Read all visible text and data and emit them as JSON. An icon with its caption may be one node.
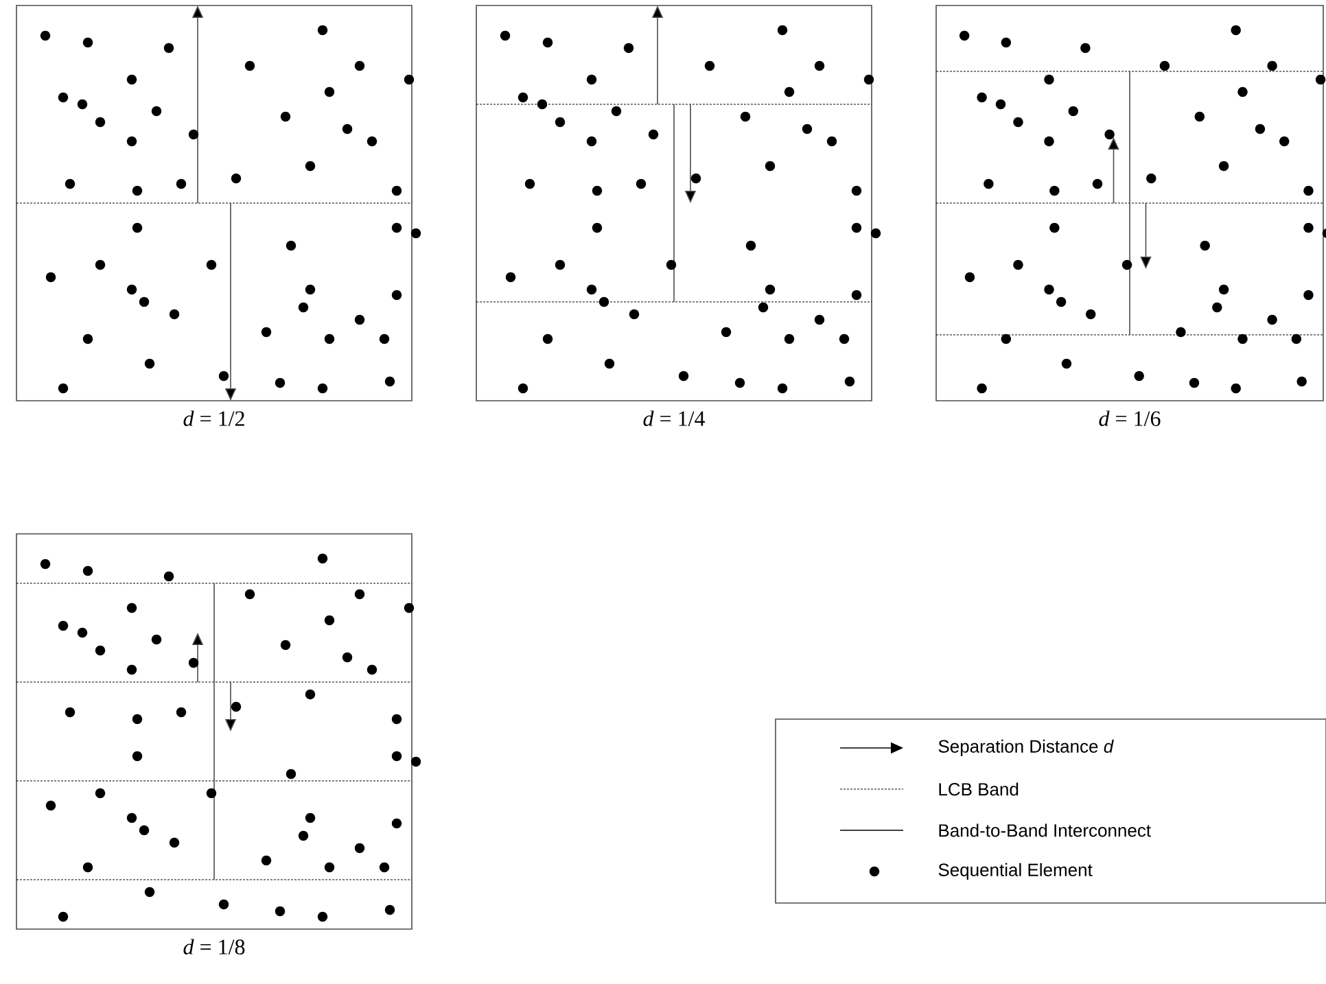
{
  "diagram": {
    "nodes": [
      {
        "text": [],
        "shape": "box",
        "beside": [
          "*d* = 1/2"
        ]
      },
      {
        "text": [],
        "shape": "box",
        "beside": [
          "*d* = 1/4"
        ]
      },
      {
        "text": [],
        "shape": "box",
        "beside": [
          "*d* = 1/6"
        ]
      },
      {
        "text": [],
        "shape": "box",
        "beside": [
          "*d* = 1/8"
        ]
      }
    ],
    "edges": [],
    "legend": [
      {
        "text": "Separation Distance *d*"
      },
      {
        "text": "LCB Band"
      },
      {
        "text": "Band-to-Band Interconnect"
      },
      {
        "text": "Sequential Element"
      }
    ]
  }
}
